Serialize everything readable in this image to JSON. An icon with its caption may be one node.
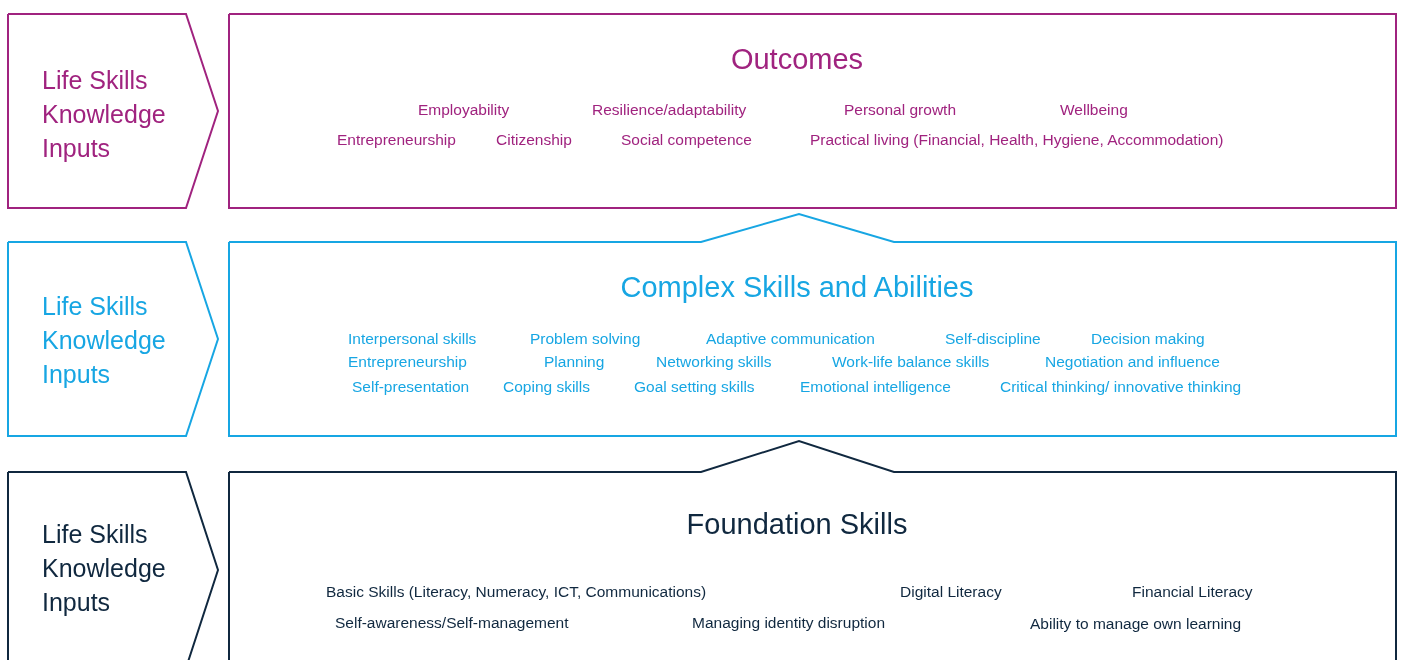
{
  "diagram": {
    "nodes": [
      {
        "text": [
          "Life Skills Knowledge Inputs"
        ]
      },
      {
        "text": [
          "Outcomes",
          "Employability",
          "Resilience/adaptability",
          "Personal growth",
          "Wellbeing",
          "Entrepreneurship",
          "Citizenship",
          "Social competence",
          "Practical living (Financial, Health, Hygiene, Accommodation)"
        ]
      },
      {
        "text": [
          "Life Skills Knowledge Inputs"
        ]
      },
      {
        "text": [
          "Complex Skills and Abilities",
          "Interpersonal skills",
          "Problem solving",
          "Adaptive communication",
          "Self-discipline",
          "Decision making",
          "Entrepreneurship",
          "Planning",
          "Networking skills",
          "Work-life balance skills",
          "Negotiation and influence",
          "Self-presentation",
          "Coping skills",
          "Goal setting skills",
          "Emotional intelligence",
          "Critical thinking/ innovative thinking"
        ]
      },
      {
        "text": [
          "Life Skills Knowledge Inputs"
        ]
      },
      {
        "text": [
          "Foundation Skills",
          "Basic Skills (Literacy, Numeracy, ICT, Communications)",
          "Digital Literacy",
          "Financial Literacy",
          "Self-awareness/Self-management",
          "Managing identity disruption",
          "Ability to manage own learning"
        ]
      }
    ]
  }
}
